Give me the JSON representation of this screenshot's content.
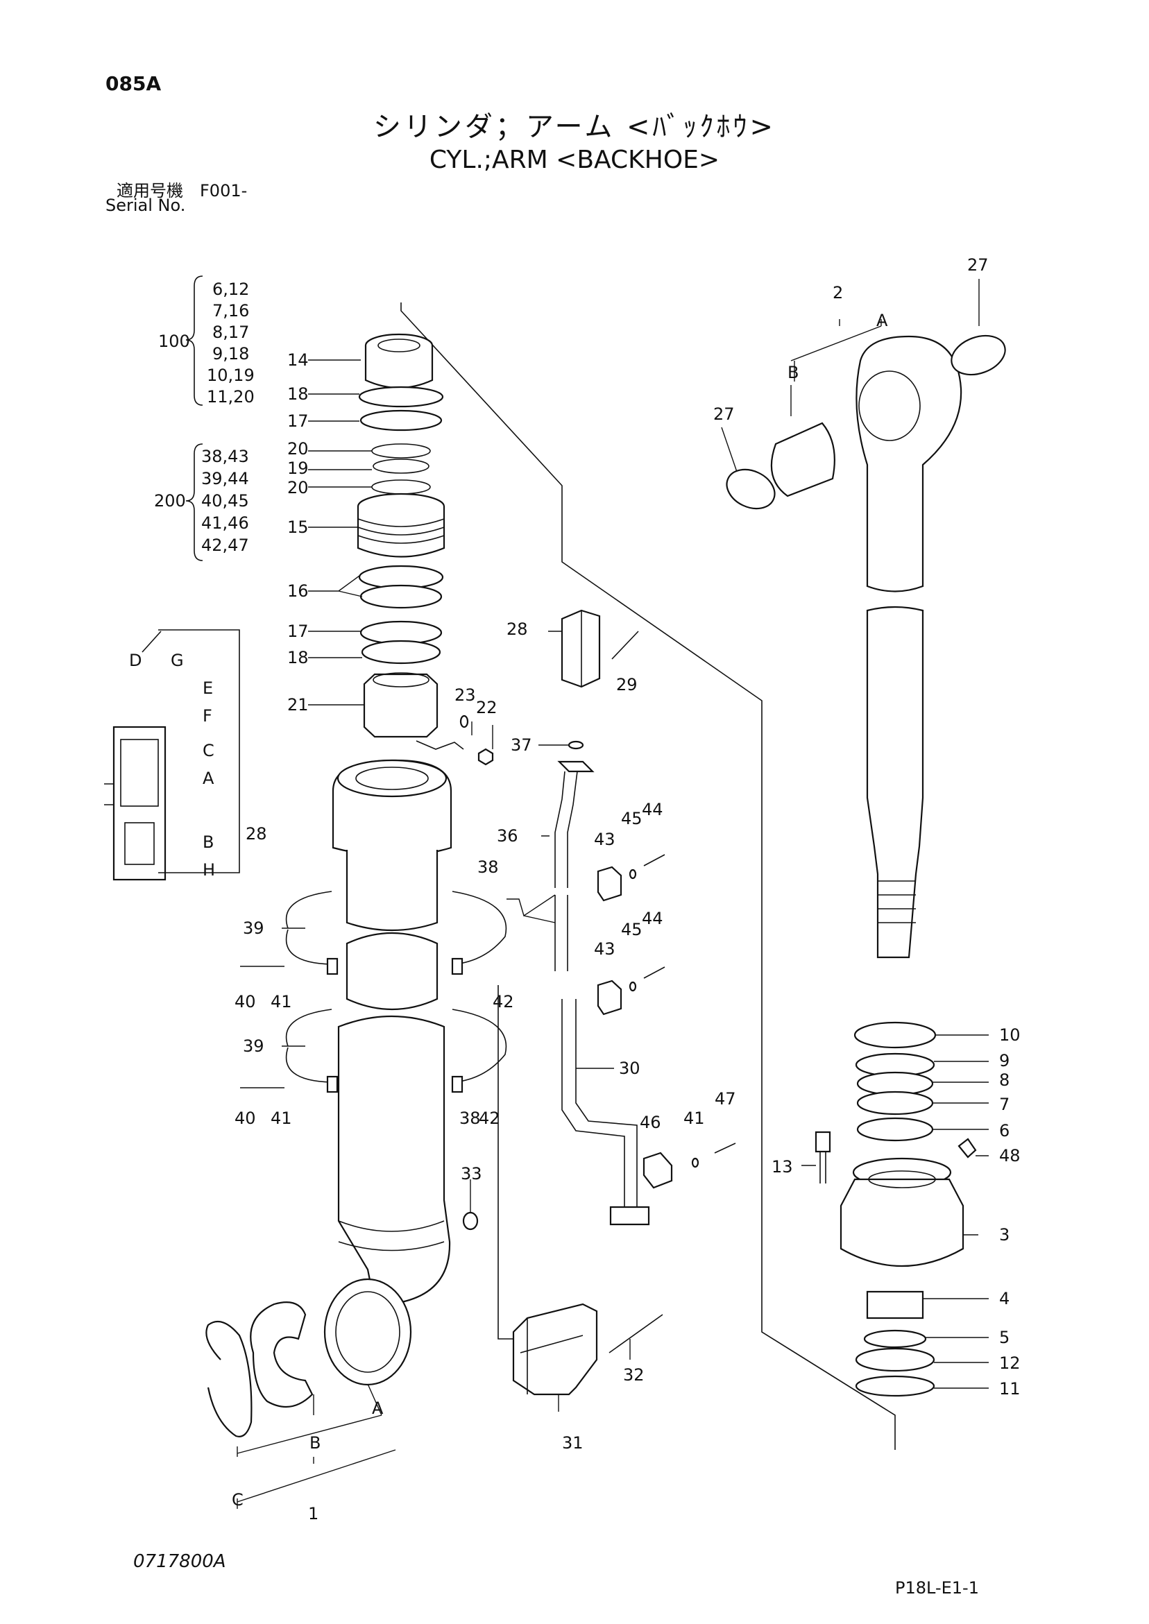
{
  "header": {
    "page_code": "085A",
    "title_jp": "シリンダ；アーム <ﾊﾞｯｸﾎｳ>",
    "title_en": "CYL.;ARM <BACKHOE>",
    "serial_label_jp": "適用号機　F001-",
    "serial_label_en": "Serial No."
  },
  "footer": {
    "drawing_number": "0717800A",
    "page_ref": "P18L-E1-1"
  },
  "kits": {
    "kit_100": {
      "number": "100",
      "items": [
        "6,12",
        "7,16",
        "8,17",
        "9,18",
        "10,19",
        "11,20"
      ]
    },
    "kit_200": {
      "number": "200",
      "items": [
        "38,43",
        "39,44",
        "40,45",
        "41,46",
        "42,47"
      ]
    }
  },
  "callouts": {
    "p1": "1",
    "p2": "2",
    "p3": "3",
    "p4": "4",
    "p5": "5",
    "p6": "6",
    "p7": "7",
    "p8": "8",
    "p9": "9",
    "p10": "10",
    "p11": "11",
    "p12": "12",
    "p13": "13",
    "p14": "14",
    "p15": "15",
    "p16": "16",
    "p17": "17",
    "p17b": "17",
    "p18": "18",
    "p18b": "18",
    "p19": "19",
    "p20": "20",
    "p20b": "20",
    "p21": "21",
    "p22": "22",
    "p23": "23",
    "p27a": "27",
    "p27b": "27",
    "p28": "28",
    "p28b": "28",
    "p29": "29",
    "p30": "30",
    "p31": "31",
    "p32": "32",
    "p33": "33",
    "p36": "36",
    "p37": "37",
    "p38a": "38",
    "p38b": "38",
    "p39a": "39",
    "p39b": "39",
    "p40a": "40",
    "p40b": "40",
    "p41a": "41",
    "p41b": "41",
    "p41c": "41",
    "p42a": "42",
    "p42b": "42",
    "p43a": "43",
    "p43b": "43",
    "p44a": "44",
    "p44b": "44",
    "p45a": "45",
    "p45b": "45",
    "p46": "46",
    "p47": "47",
    "p48": "48"
  },
  "letters": {
    "a1": "A",
    "a2": "A",
    "a3": "A",
    "b1": "B",
    "b2": "B",
    "b3": "B",
    "c1": "C",
    "c2": "C",
    "d": "D",
    "e": "E",
    "f": "F",
    "g": "G",
    "h": "H"
  }
}
